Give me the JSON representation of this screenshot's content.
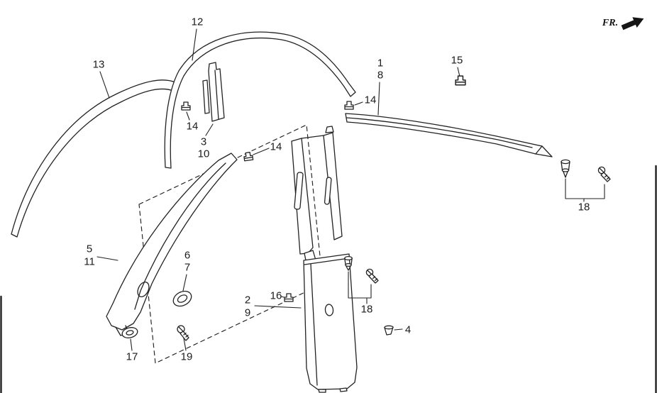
{
  "diagram": {
    "kind": "exploded-parts-diagram",
    "subject": "pillar and door opening trim",
    "colors": {
      "ink": "#222222",
      "background": "#ffffff"
    }
  },
  "direction_indicator": {
    "label": "FR."
  },
  "callouts": {
    "c12": "12",
    "c13": "13",
    "c1": "1",
    "c8": "8",
    "c15": "15",
    "c14a": "14",
    "c14b": "14",
    "c14c": "14",
    "c3": "3",
    "c10": "10",
    "c5": "5",
    "c11": "11",
    "c6": "6",
    "c7": "7",
    "c2": "2",
    "c9": "9",
    "c16": "16",
    "c18a": "18",
    "c18b": "18",
    "c4": "4",
    "c17": "17",
    "c19": "19"
  }
}
